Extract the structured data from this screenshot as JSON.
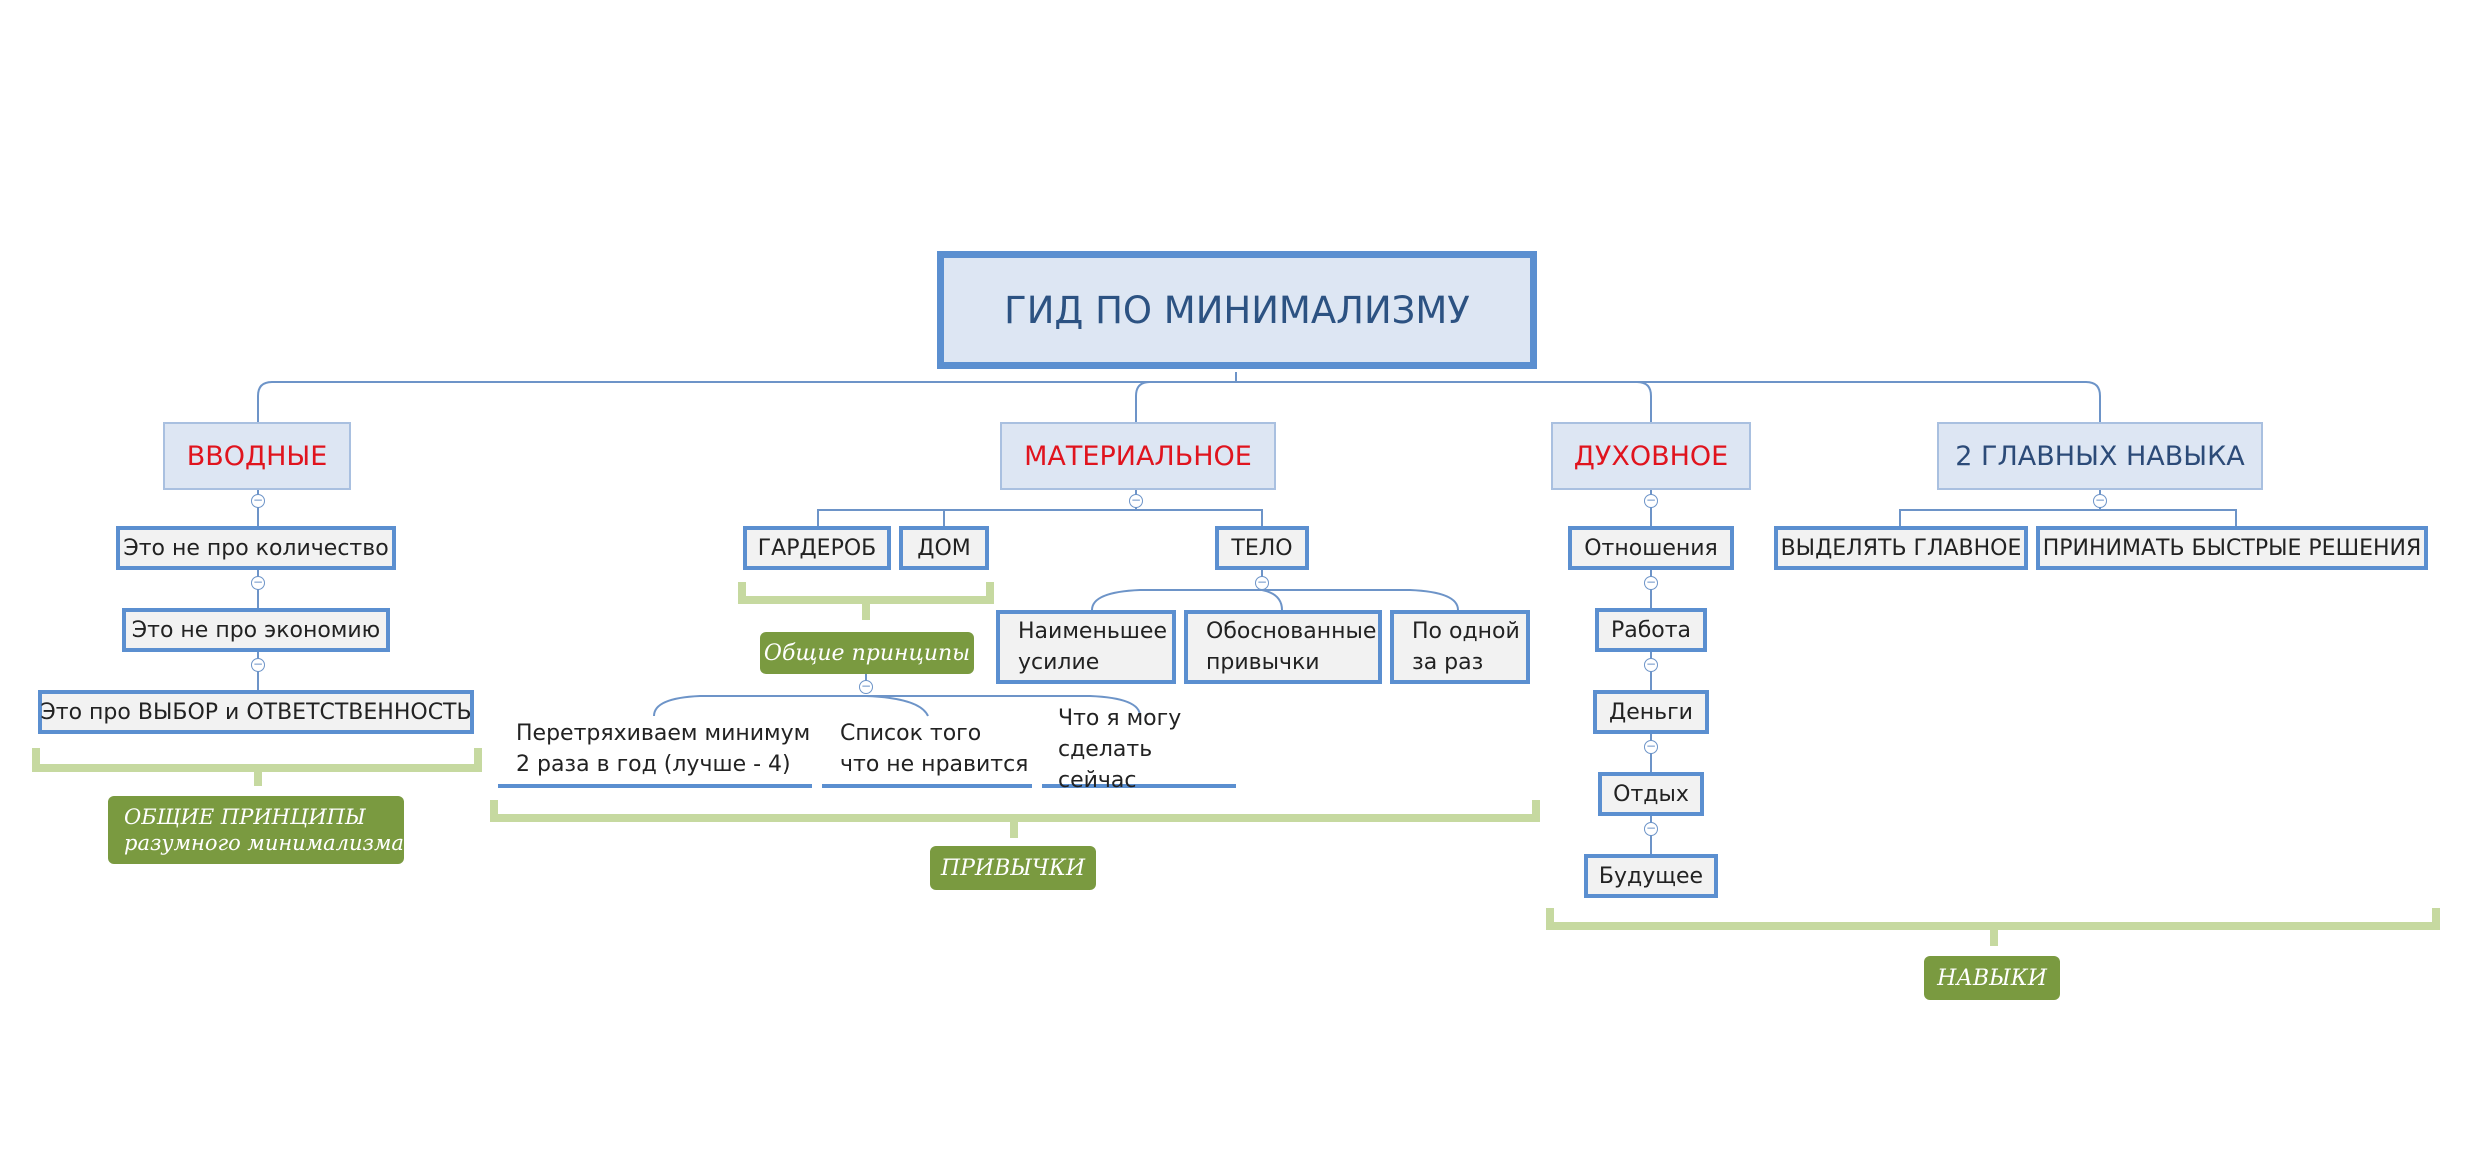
{
  "root": {
    "title": "ГИД ПО МИНИМАЛИЗМУ"
  },
  "categories": [
    {
      "label": "ВВОДНЫЕ"
    },
    {
      "label": "МАТЕРИАЛЬНОЕ"
    },
    {
      "label": "ДУХОВНОЕ"
    },
    {
      "label": "2 ГЛАВНЫХ НАВЫКА"
    }
  ],
  "intro": {
    "items": [
      "Это не про количество",
      "Это не про экономию",
      "Это про ВЫБОР и ОТВЕТСТВЕННОСТЬ"
    ],
    "summary": "ОБЩИЕ ПРИНЦИПЫ\nразумного минимализма"
  },
  "material": {
    "wardrobe": "ГАРДЕРОБ",
    "home": "ДОМ",
    "body": "ТЕЛО",
    "general_principles": "Общие принципы",
    "principles": [
      "Перетряхиваем минимум\n2 раза в год (лучше - 4)",
      "Список того\nчто не нравится",
      "Что я могу\nсделать сейчас"
    ],
    "body_items": [
      "Наименьшее\nусилие",
      "Обоснованные\nпривычки",
      "По одной\nза раз"
    ],
    "habits_label": "ПРИВЫЧКИ"
  },
  "spiritual": {
    "items": [
      "Отношения",
      "Работа",
      "Деньги",
      "Отдых",
      "Будущее"
    ]
  },
  "skills": {
    "items": [
      "ВЫДЕЛЯТЬ ГЛАВНОЕ",
      "ПРИНИМАТЬ БЫСТРЫЕ РЕШЕНИЯ"
    ],
    "label": "НАВЫКИ"
  },
  "colors": {
    "connector": "#6d94c8",
    "bracket": "#c6d9a0",
    "label_bg": "#7a9a40",
    "node_border": "#5b8fd0",
    "category_text": "#e0141e"
  }
}
